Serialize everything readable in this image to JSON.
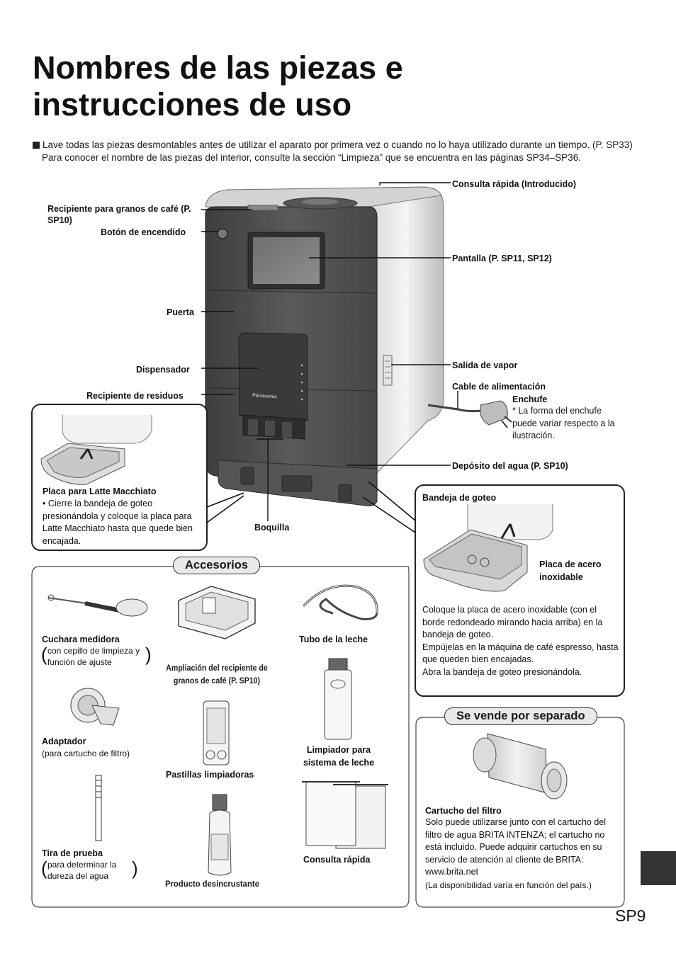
{
  "title": {
    "line1": "Nombres de las piezas e",
    "line2": "instrucciones de uso"
  },
  "intro": {
    "line1": "Lave todas las piezas desmontables antes de utilizar el aparato por primera vez o cuando no lo haya utilizado durante un tiempo. (P. SP33)",
    "line2": "Para conocer el nombre de las piezas del interior, consulte la sección “Limpieza” que se encuentra en las páginas SP34–SP36."
  },
  "parts": {
    "quick_ref": "Consulta rápida (Introducido)",
    "bean_container": "Recipiente para granos de café (P. SP10)",
    "power_button": "Botón de encendido",
    "display": "Pantalla (P. SP11, SP12)",
    "door": "Puerta",
    "dispenser": "Dispensador",
    "steam_outlet": "Salida de vapor",
    "power_cord": "Cable de alimentación",
    "waste_container": "Recipiente de residuos",
    "plug": "Enchufe",
    "plug_note": "* La forma del enchufe puede variar respecto a la ilustración.",
    "water_tank": "Depósito del agua (P. SP10)",
    "nozzle": "Boquilla",
    "brand": "Panasonic"
  },
  "latte_box": {
    "title": "Placa para Latte Macchiato",
    "text": "• Cierre la bandeja de goteo presionándola y coloque la placa para Latte Macchiato hasta que quede bien encajada."
  },
  "drip_box": {
    "title": "Bandeja de goteo",
    "plate_label": "Placa de acero inoxidable",
    "text": "Coloque la placa de acero inoxidable (con el borde redondeado mirando hacia arriba) en la bandeja de goteo.",
    "text2": "Empújelas en la máquina de café espresso, hasta que queden bien encajadas.",
    "text3": "Abra la bandeja de goteo presionándola."
  },
  "accessories": {
    "heading": "Accesorios",
    "spoon_title": "Cuchara medidora",
    "spoon_note": "con cepillo de limpieza y función de ajuste",
    "extension": "Ampliación del recipiente de granos de café (P. SP10)",
    "milk_tube": "Tubo de la leche",
    "adapter_title": "Adaptador",
    "adapter_note": "(para cartucho de filtro)",
    "tablets": "Pastillas limpiadoras",
    "milk_cleaner": "Limpiador para sistema de leche",
    "strip_title": "Tira de prueba",
    "strip_note": "para determinar la dureza del agua",
    "descaler": "Producto desincrustante",
    "quick_ref": "Consulta rápida"
  },
  "separate": {
    "heading": "Se vende por separado",
    "title": "Cartucho del filtro",
    "text": "Solo puede utilizarse junto con el cartucho del filtro de agua BRITA INTENZA; el cartucho no está incluido. Puede adquirir cartuchos en su servicio de atención al cliente de BRITA: www.brita.net",
    "note": "(La disponibilidad varía en función del país.)"
  },
  "page_number": "SP9"
}
